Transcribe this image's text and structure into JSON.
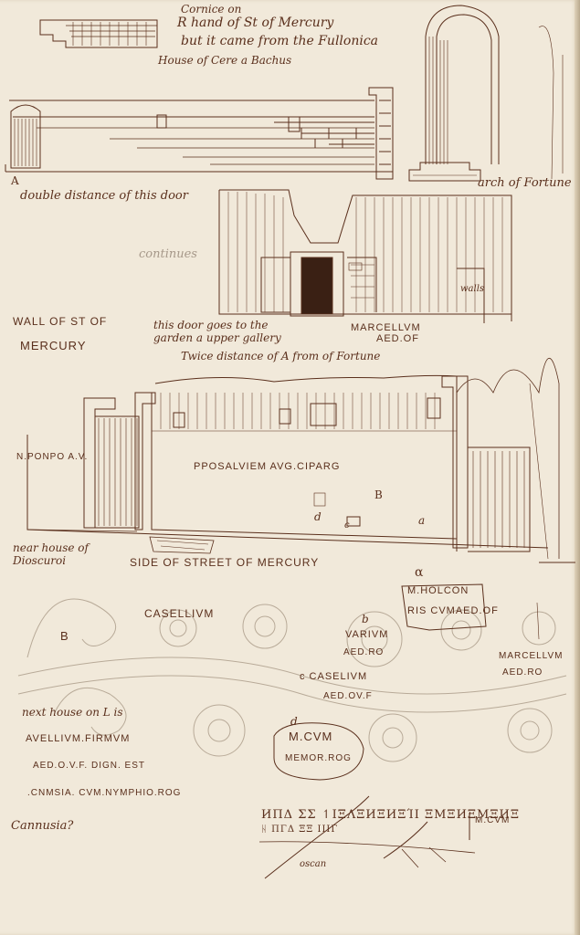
{
  "notes": {
    "cornice_line1": "Cornice on",
    "cornice_line2": "R hand of St of Mercury",
    "cornice_line3": "but it came from the Fullonica",
    "cornice_line4": "House of Cere a Bachus",
    "label_a": "A",
    "double_distance": "double distance of this door",
    "arch_of_fortune": "arch of Fortune",
    "continues": "continues",
    "walls": "walls",
    "wall_of_st_of_line1": "WALL OF  ST OF",
    "wall_of_st_of_line2": "MERCURY",
    "door_note_line1": "this door goes to the",
    "door_note_line2": "garden a upper gallery",
    "twice_distance": "Twice distance of A  from  of Fortune",
    "marcellum_aed_line1": "MARCELLVM",
    "marcellum_aed_line2": "AED.OF",
    "n_ponpo": "N.PONPO A.V.",
    "pposaltiem": "PPOSALVIEM AVG.CIPARG",
    "small_b": "B",
    "small_d": "d",
    "small_c": "c",
    "small_a": "a",
    "near_house_line1": "near house of",
    "near_house_line2": "Dioscuroi",
    "side_of_street": "SIDE OF STREET  OF MERCURY",
    "alpha": "α",
    "m_holcon_line1": "M.HOLCON",
    "m_holcon_line2": "RIS CVMAED.OF",
    "casellium_top": "CASELLIVM",
    "big_b": "B",
    "small_b2": "b",
    "varium_line1": "VARIVM",
    "varium_line2": "AED.RO",
    "marcellum_line1": "MARCELLVM",
    "marcellum_line2": "AED.RO",
    "c_casellium_line1": "c  CASELIVM",
    "c_casellium_line2": "AED.OV.F",
    "next_house": "next house on L is",
    "avellium_line1": "AVELLIVM.FIRMVM",
    "avellium_line2": "AED.O.V.F.  DIGN. EST",
    "avellium_line3": ".CNMSIA. CVM.NYMPHIO.ROG",
    "small_d2": "d",
    "mcvm_line1": "M.CVM",
    "mcvm_line2": "MEMOR.ROG",
    "cannusia": "Cannusia?",
    "oscan_text": "ИΠΔ ΣΣ ↿ΙΞΛΞИΞИΞΊΙ ΞΜΞИΞΜΞИΞ",
    "oscan_sub": "ᚺ ΠΓΔ ΞΞ ΙΙΙΓ",
    "mcvm_right": "M.CVM",
    "oscan_label": "oscan"
  },
  "colors": {
    "paper": "#f1e9da",
    "ink": "#5a2f1c",
    "faint_ink": "#a69889"
  }
}
